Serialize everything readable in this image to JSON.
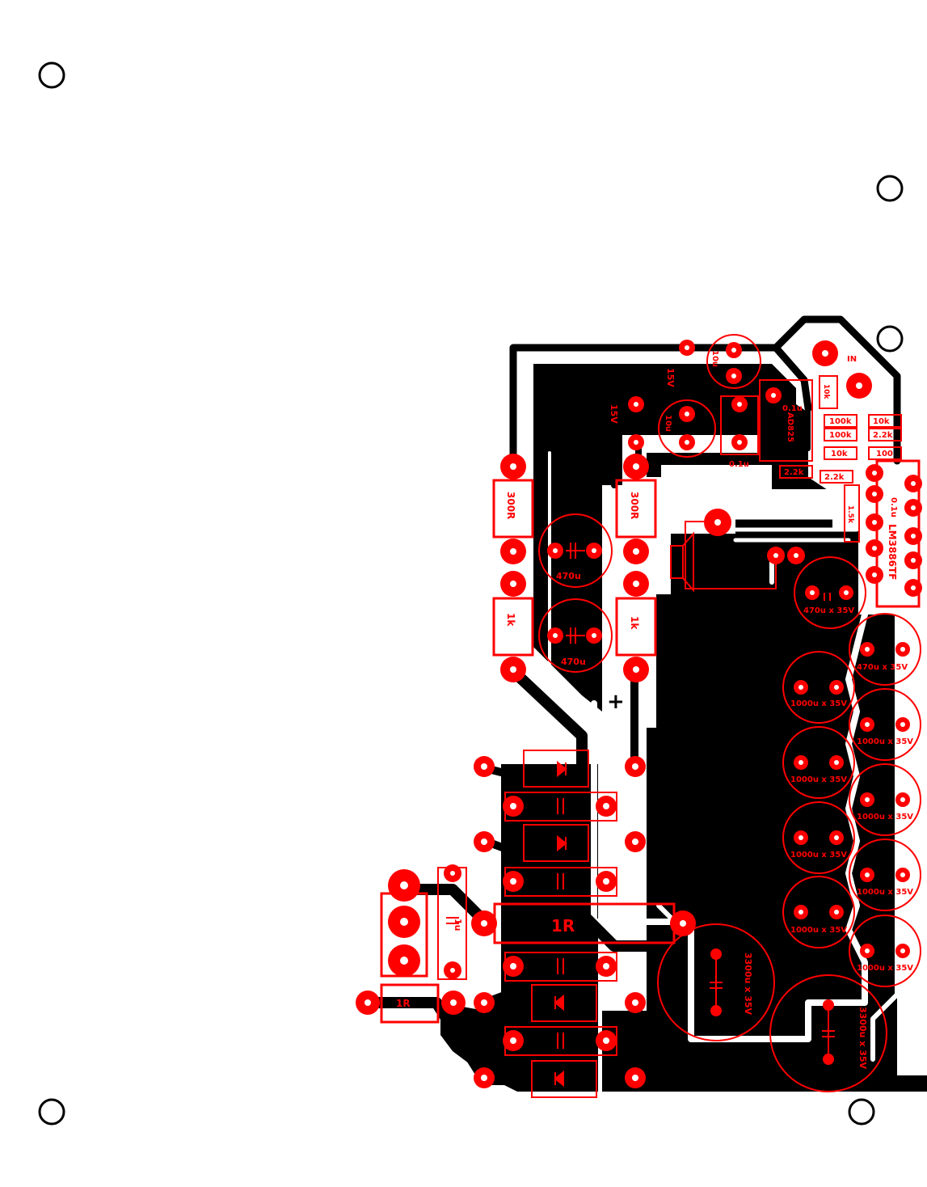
{
  "labels": {
    "in": "IN",
    "r300_left": "300R",
    "r300_right": "300R",
    "r1k_left": "1k",
    "r1k_right": "1k",
    "c470_top": "470u",
    "c470_bottom": "470u",
    "v15_top": "15V",
    "v15_mid": "15V",
    "c01u": "0.1u",
    "c01u_b": "0.1u",
    "c10u_top": "10u",
    "c10u_mid": "10u",
    "r10k_a": "10k",
    "r10k_b": "10k",
    "r10k_c": "10k",
    "r100k_a": "100k",
    "r100k_b": "100k",
    "r100_a": "100",
    "r22k_a": "2.2k",
    "r22k_b": "2.2k",
    "r22k_c": "2.2k",
    "ic_small": "AD825",
    "ic_big": "LM3886TF",
    "c01u_v": "0.1u",
    "r1k_v": "1.5k",
    "c470_35_a": "470u x 35V",
    "c470_35_b": "470u x 35V",
    "c1000_a": "1000u x 35V",
    "c1000_b": "1000u x 35V",
    "c1000_c": "1000u x 35V",
    "c1000_d": "1000u x 35V",
    "c1000_e": "1000u x 35V",
    "c1000_f": "1000u x 35V",
    "c1000_g": "1000u x 35V",
    "c1000_h": "1000u x 35V",
    "c3300_a": "3300u x 35V",
    "c3300_b": "3300u x 35V",
    "r1r_big": "1R",
    "r1r_small": "1R",
    "c1u": "1u",
    "plus": "+"
  },
  "colors": {
    "copper": "#000000",
    "silk": "#ff0000",
    "board": "#ffffff"
  }
}
